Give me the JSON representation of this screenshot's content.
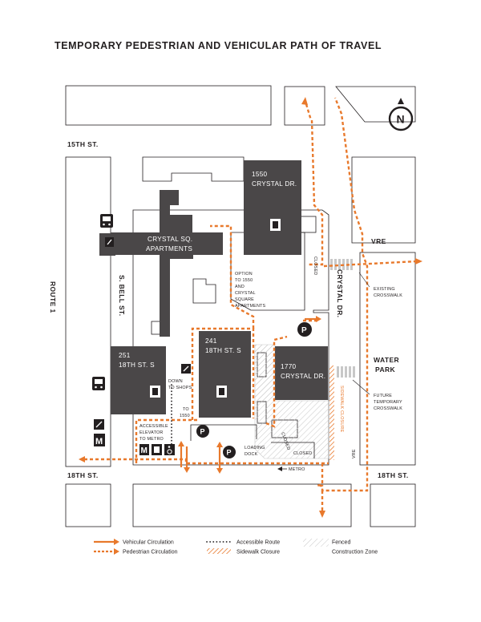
{
  "title": "TEMPORARY PEDESTRIAN AND VEHICULAR PATH OF TRAVEL",
  "compass": {
    "letter": "N"
  },
  "streets": {
    "fifteenth": "15TH ST.",
    "eighteenth_left": "18TH ST.",
    "eighteenth_right": "18TH ST.",
    "route1": "ROUTE 1",
    "bell": "S. BELL ST.",
    "crystal": "CRYSTAL DR.",
    "vre_top": "VRE",
    "vre_bottom": "VRE"
  },
  "buildings": {
    "b1550": {
      "line1": "1550",
      "line2": "CRYSTAL DR."
    },
    "crystal_sq": {
      "line1": "CRYSTAL SQ.",
      "line2": "APARTMENTS"
    },
    "b251": {
      "line1": "251",
      "line2": "18TH ST. S"
    },
    "b241": {
      "line1": "241",
      "line2": "18TH ST. S"
    },
    "b1770": {
      "line1": "1770",
      "line2": "CRYSTAL DR."
    },
    "water_park": {
      "line1": "WATER",
      "line2": "PARK"
    }
  },
  "labels": {
    "option": [
      "OPTION",
      "TO 1550",
      "AND",
      "CRYSTAL",
      "SQUARE",
      "APARTMENTS"
    ],
    "closed_right": "CLOSED",
    "closed_mid": "CLOSED",
    "closed_bottom": "CLOSED",
    "existing_crosswalk": [
      "EXISTING",
      "CROSSWALK"
    ],
    "future_crosswalk": [
      "FUTURE",
      "TEMPORARY",
      "CROSSWALK"
    ],
    "down_to_shops": [
      "DOWN",
      "TO SHOPS"
    ],
    "to_1550": [
      "TO",
      "1550"
    ],
    "accessible_elevator": [
      "ACCESSIBLE",
      "ELEVATOR",
      "TO METRO"
    ],
    "loading_dock": [
      "LOADING",
      "DOCK"
    ],
    "metro": "METRO",
    "sidewalk_closure": "SIDEWALK CLOSURE",
    "metro_logo": "M",
    "parking": "P"
  },
  "legend": {
    "vehicular": "Vehicular Circulation",
    "pedestrian": "Pedestrian Circulation",
    "accessible": "Accessible Route",
    "sidewalk": "Sidewalk Closure",
    "fenced_line1": "Fenced",
    "fenced_line2": "Construction Zone"
  },
  "colors": {
    "building": "#4a4748",
    "outline": "#231f20",
    "orange": "#e8792c",
    "gray": "#c8c8c8"
  },
  "icons": [
    "bus-icon",
    "metro-icon",
    "parking-icon",
    "elevator-icon",
    "wheelchair-icon",
    "escalator-icon",
    "compass-icon"
  ]
}
